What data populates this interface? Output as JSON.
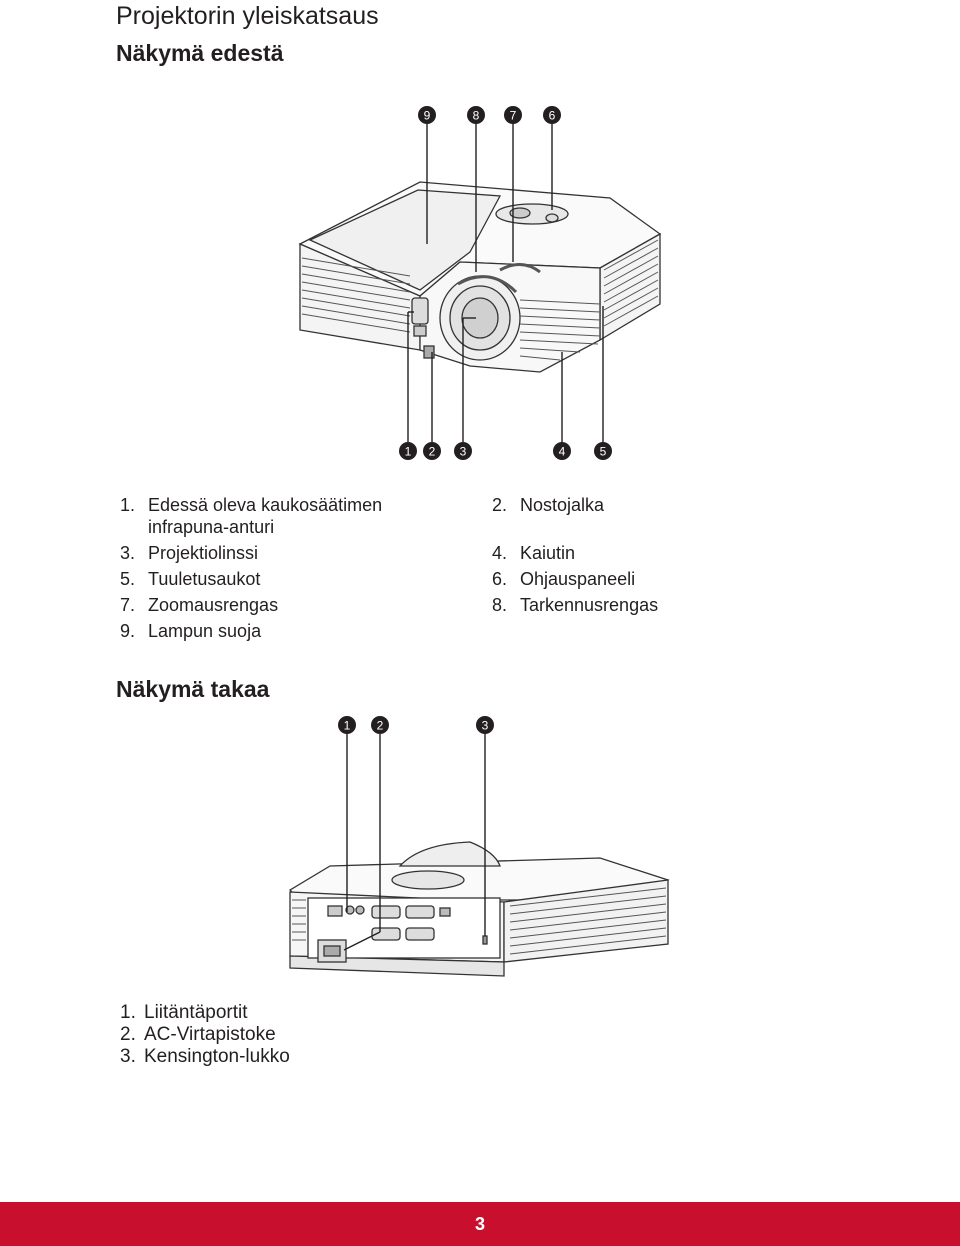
{
  "title": "Projektorin yleiskatsaus",
  "front": {
    "heading": "Näkymä edestä",
    "callouts_top": [
      "9",
      "8",
      "7",
      "6"
    ],
    "callouts_bottom": [
      "1",
      "2",
      "3",
      "4",
      "5"
    ],
    "list_left": [
      {
        "num": "1.",
        "label": "Edessä oleva kaukosäätimen",
        "cont": "infrapuna-anturi"
      },
      {
        "num": "3.",
        "label": "Projektiolinssi"
      },
      {
        "num": "5.",
        "label": "Tuuletusaukot"
      },
      {
        "num": "7.",
        "label": "Zoomausrengas"
      },
      {
        "num": "9.",
        "label": "Lampun suoja"
      }
    ],
    "list_right": [
      {
        "num": "2.",
        "label": "Nostojalka"
      },
      {
        "num": "4.",
        "label": "Kaiutin"
      },
      {
        "num": "6.",
        "label": "Ohjauspaneeli"
      },
      {
        "num": "8.",
        "label": "Tarkennusrengas"
      }
    ]
  },
  "rear": {
    "heading": "Näkymä takaa",
    "callouts": [
      "1",
      "2",
      "3"
    ],
    "list": [
      {
        "num": "1.",
        "label": "Liitäntäportit"
      },
      {
        "num": "2.",
        "label": "AC-Virtapistoke"
      },
      {
        "num": "3.",
        "label": "Kensington-lukko"
      }
    ]
  },
  "footer": {
    "page_number": "3",
    "color": "#c8102e"
  }
}
